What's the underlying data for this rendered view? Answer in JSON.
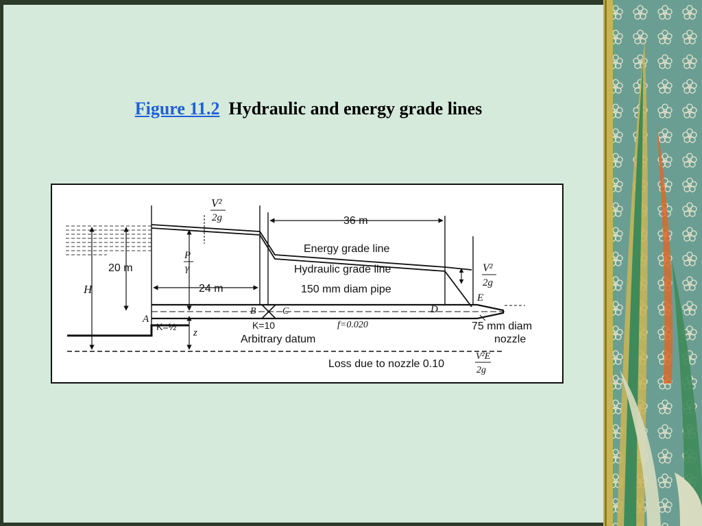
{
  "title": {
    "figure_label": "Figure 11.2",
    "caption": "Hydraulic and energy grade lines"
  },
  "diagram": {
    "labels": {
      "v2_top_num": "V²",
      "v2_top_den": "2g",
      "dim_36": "36 m",
      "energy_grade_line": "Energy grade line",
      "hydraulic_grade_line": "Hydraulic grade line",
      "pipe": "150 mm diam pipe",
      "dim_20": "20 m",
      "H": "H",
      "p_num": "P",
      "p_den": "γ",
      "dim_24": "24 m",
      "point_A": "A",
      "k_entrance": "K=½",
      "z": "z",
      "point_B": "B",
      "point_C": "C",
      "k_valve": "K=10",
      "friction": "f=0.020",
      "point_D": "D",
      "point_E": "E",
      "v2_right_num": "V²",
      "v2_right_den": "2g",
      "nozzle_line1": "75 mm diam",
      "nozzle_line2": "nozzle",
      "datum": "Arbitrary datum",
      "loss_text": "Loss due to nozzle 0.10",
      "loss_num": "V²E",
      "loss_den": "2g"
    }
  },
  "colors": {
    "slide_background": "#d5eadb",
    "figure_label": "#1f5fd6",
    "decor_teal": "#6b9e92",
    "decor_gold": "#c9b455",
    "decor_green": "#3f8a5a",
    "decor_orange": "#d86a2c"
  },
  "decor": {
    "pattern": "floral-flower-icon"
  }
}
